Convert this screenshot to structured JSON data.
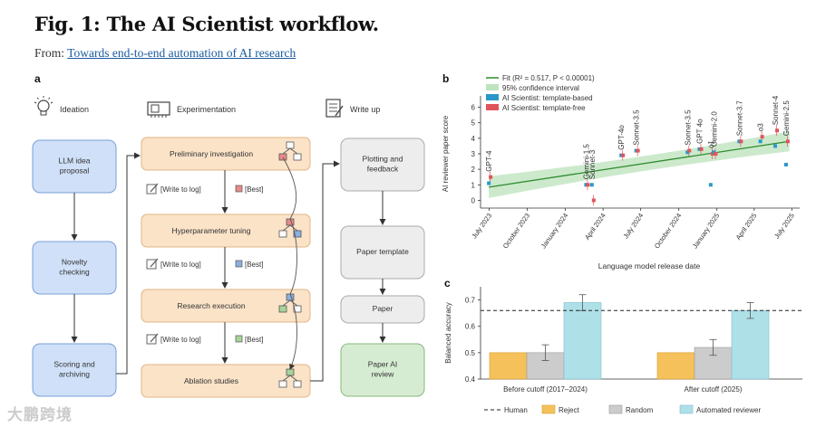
{
  "header": {
    "title": "Fig. 1: The AI Scientist workflow.",
    "from_label": "From:",
    "from_link": "Towards end-to-end automation of AI research"
  },
  "panel_a": {
    "letter": "a",
    "stages": {
      "ideation": "Ideation",
      "experimentation": "Experimentation",
      "writeup": "Write up"
    },
    "ideation_boxes": [
      "LLM idea proposal",
      "Novelty checking",
      "Scoring and archiving"
    ],
    "experiment_boxes": [
      "Preliminary investigation",
      "Hyperparameter tuning",
      "Research execution",
      "Ablation studies"
    ],
    "write_log": "[Write to log]",
    "best": "[Best]",
    "writeup_boxes": [
      "Plotting and feedback",
      "Paper template",
      "Paper",
      "Paper AI review"
    ],
    "colors": {
      "ideation": "#cfe0f8",
      "ideation_border": "#7a9fd6",
      "experiment": "#fbe3c8",
      "experiment_border": "#e0b483",
      "writeup": "#ededed",
      "writeup_border": "#aaaaaa",
      "review": "#d6ecd2",
      "review_border": "#88b880"
    }
  },
  "panel_b": {
    "letter": "b",
    "legend": {
      "fit": "Fit (R² = 0.517, P < 0.00001)",
      "ci": "95% confidence interval",
      "template_based": "AI Scientist: template-based",
      "template_free": "AI Scientist: template-free"
    },
    "colors": {
      "fit": "#2e8b2e",
      "ci": "#bfe3bf",
      "template_based": "#2a98c9",
      "template_free": "#e0555b"
    },
    "chart_data": {
      "type": "scatter",
      "xlabel": "Language model release date",
      "ylabel": "AI reviewer paper score",
      "ylim": [
        -0.5,
        6.5
      ],
      "yticks": [
        0,
        1,
        2,
        3,
        4,
        5,
        6
      ],
      "x_tick_labels": [
        "July 2023",
        "October 2023",
        "January 2024",
        "April 2024",
        "July 2024",
        "October 2024",
        "January 2025",
        "April 2025",
        "July 2025"
      ],
      "x_range": [
        "2023-06-10",
        "2025-07-20"
      ],
      "fit_line": {
        "start": [
          "2023-06-30",
          0.85
        ],
        "end": [
          "2025-06-25",
          3.8
        ]
      },
      "models": [
        {
          "name": "GPT-4",
          "date": "2023-06-30",
          "based": 1.1,
          "free": 1.5
        },
        {
          "name": "Gemini-1.5",
          "date": "2024-02-20",
          "based": 1.0,
          "free": 1.0
        },
        {
          "name": "Sonnet-3",
          "date": "2024-03-05",
          "based": 1.0,
          "free": 0.0
        },
        {
          "name": "GPT-4o",
          "date": "2024-05-15",
          "based": 2.9,
          "free": 2.9
        },
        {
          "name": "Sonnet-3.5",
          "date": "2024-06-20",
          "based": 3.2,
          "free": 3.2
        },
        {
          "name": "Sonnet-3.5",
          "date": "2024-10-22",
          "based": 3.1,
          "free": 3.2
        },
        {
          "name": "GPT 4o",
          "date": "2024-11-20",
          "based": 3.3,
          "free": 3.3
        },
        {
          "name": "o1",
          "date": "2024-12-17",
          "based": 1.0,
          "free": 3.0
        },
        {
          "name": "Gemini-2.0",
          "date": "2024-12-25",
          "based": 3.1,
          "free": 3.0
        },
        {
          "name": "Sonnet-3.7",
          "date": "2025-02-24",
          "based": 3.8,
          "free": 3.8
        },
        {
          "name": "o3",
          "date": "2025-04-16",
          "based": 3.8,
          "free": 4.1
        },
        {
          "name": "Sonnet-4",
          "date": "2025-05-22",
          "based": 3.5,
          "free": 4.5
        },
        {
          "name": "Gemini-2.5",
          "date": "2025-06-17",
          "based": 2.3,
          "free": 3.8
        }
      ]
    }
  },
  "panel_c": {
    "letter": "c",
    "colors": {
      "reject": "#f5c15a",
      "random": "#cccccc",
      "automated": "#aee0e8"
    },
    "chart_data": {
      "type": "bar",
      "ylabel": "Balanced accuracy",
      "ylim": [
        0.4,
        0.75
      ],
      "yticks": [
        0.4,
        0.5,
        0.6,
        0.7
      ],
      "categories": [
        "Before cutoff (2017–2024)",
        "After cutoff (2025)"
      ],
      "human_line": 0.66,
      "series": [
        {
          "name": "Reject",
          "values": [
            0.5,
            0.5
          ],
          "errors": [
            0.0,
            0.0
          ]
        },
        {
          "name": "Random",
          "values": [
            0.5,
            0.52
          ],
          "errors": [
            0.03,
            0.03
          ]
        },
        {
          "name": "Automated reviewer",
          "values": [
            0.69,
            0.66
          ],
          "errors": [
            0.03,
            0.03
          ]
        }
      ],
      "legend": [
        "Human",
        "Reject",
        "Random",
        "Automated reviewer"
      ]
    }
  },
  "watermark": "大鹏跨境"
}
